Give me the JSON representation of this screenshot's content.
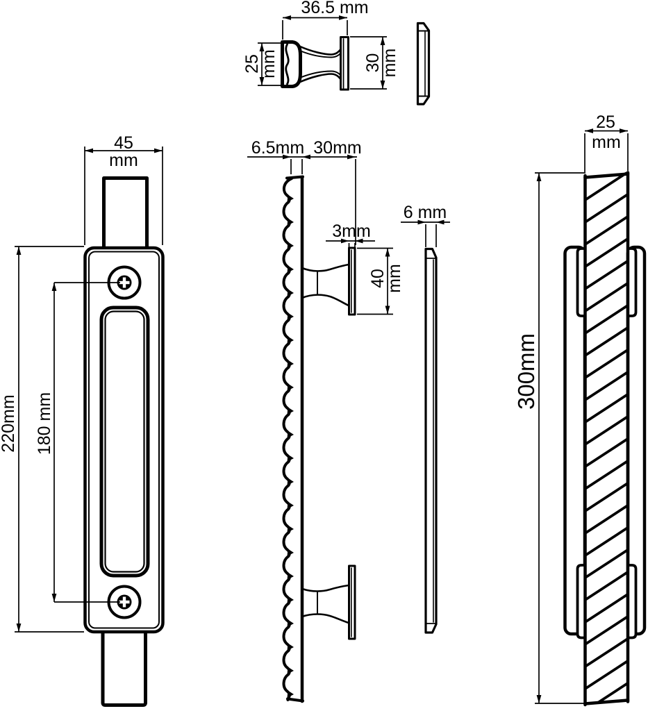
{
  "drawing": {
    "top_view": {
      "overall_depth": "36.5 mm",
      "grip_width": [
        "25",
        "mm"
      ],
      "pad_length": [
        "30",
        "mm"
      ]
    },
    "front_view": {
      "plate_width": [
        "45",
        "mm"
      ],
      "overall_height": "220mm",
      "hole_spacing": "180 mm"
    },
    "side_view": {
      "grip_thickness": "6.5mm",
      "projection_depth": "30mm",
      "pad_thickness": "3mm",
      "pad_length": [
        "40",
        "mm"
      ],
      "backplate_thickness": "6 mm"
    },
    "section_view": {
      "bar_width": [
        "25",
        "mm"
      ],
      "overall_length": "300mm"
    }
  }
}
